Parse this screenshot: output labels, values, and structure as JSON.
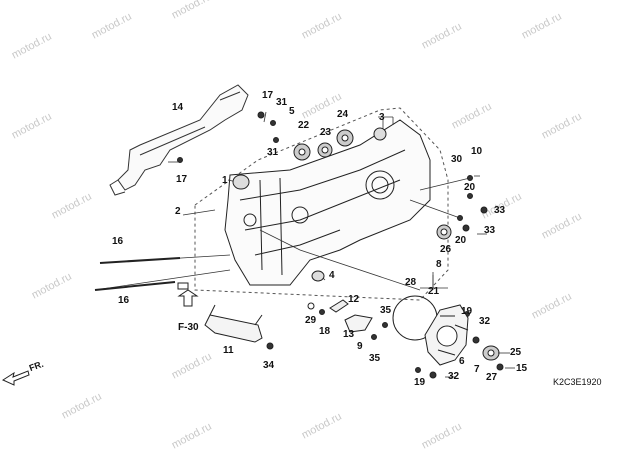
{
  "watermark": "motod.ru",
  "diagram_code": "K2C3E1920",
  "reference": "F-30",
  "direction": "FR.",
  "callouts": {
    "c14": "14",
    "c17a": "17",
    "c31a": "31",
    "c5": "5",
    "c24": "24",
    "c3": "3",
    "c22": "22",
    "c23": "23",
    "c31b": "31",
    "c17b": "17",
    "c1": "1",
    "c2": "2",
    "c30": "30",
    "c10": "10",
    "c20a": "20",
    "c33a": "33",
    "c20b": "20",
    "c33b": "33",
    "c26": "26",
    "c16a": "16",
    "c16b": "16",
    "c4": "4",
    "c8": "8",
    "c28": "28",
    "c21": "21",
    "c12": "12",
    "c35a": "35",
    "c29": "29",
    "c18": "18",
    "c13": "13",
    "c9": "9",
    "c35b": "35",
    "c11": "11",
    "c34": "34",
    "c19a": "19",
    "c32a": "32",
    "c6": "6",
    "c25": "25",
    "c7": "7",
    "c27": "27",
    "c15": "15",
    "c19b": "19",
    "c32b": "32"
  }
}
